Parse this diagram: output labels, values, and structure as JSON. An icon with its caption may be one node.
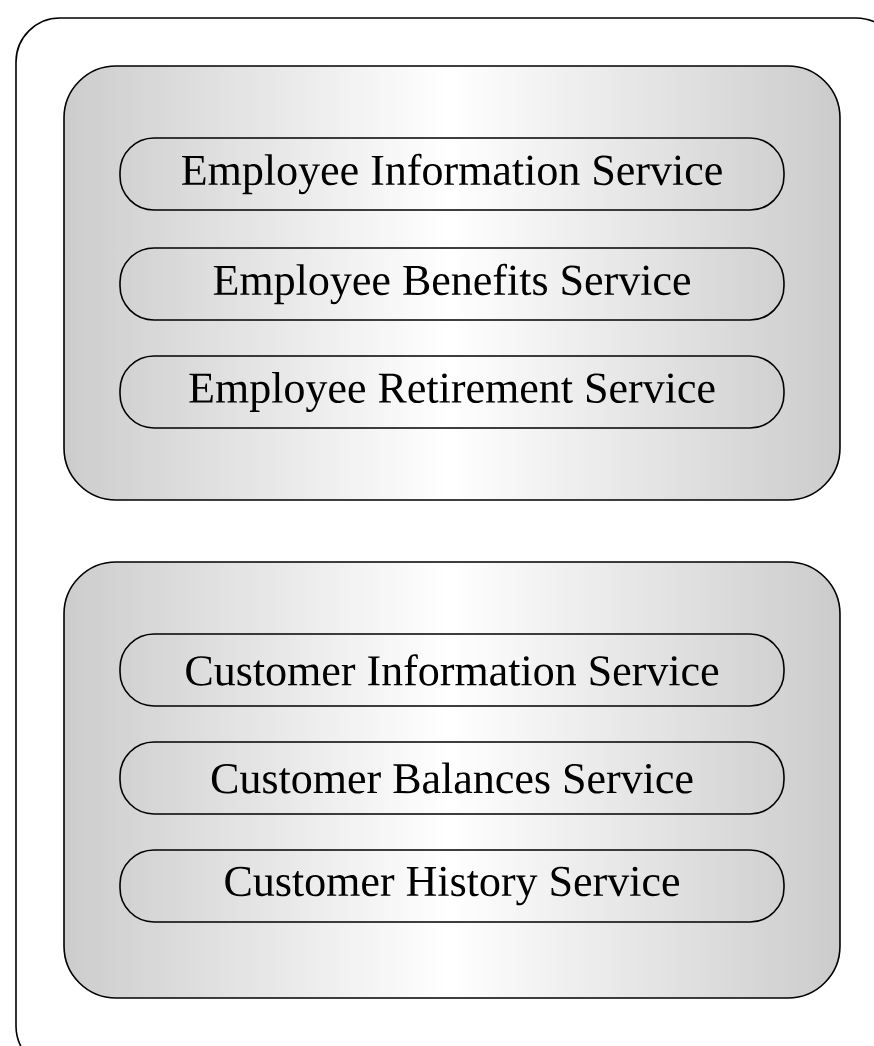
{
  "diagram": {
    "nodes": [
      {
        "text": [],
        "shape": "box"
      },
      {
        "text": [],
        "shape": "box",
        "in": 0
      },
      {
        "text": [
          "Employee Information Service"
        ],
        "in": 1
      },
      {
        "text": [
          "Employee Benefits Service"
        ],
        "in": 1
      },
      {
        "text": [
          "Employee Retirement Service"
        ],
        "in": 1
      },
      {
        "text": [],
        "shape": "box",
        "in": 0
      },
      {
        "text": [
          "Customer Information Service"
        ],
        "in": 5
      },
      {
        "text": [
          "Customer Balances Service"
        ],
        "in": 5
      },
      {
        "text": [
          "Customer History Service"
        ],
        "in": 5
      }
    ]
  }
}
